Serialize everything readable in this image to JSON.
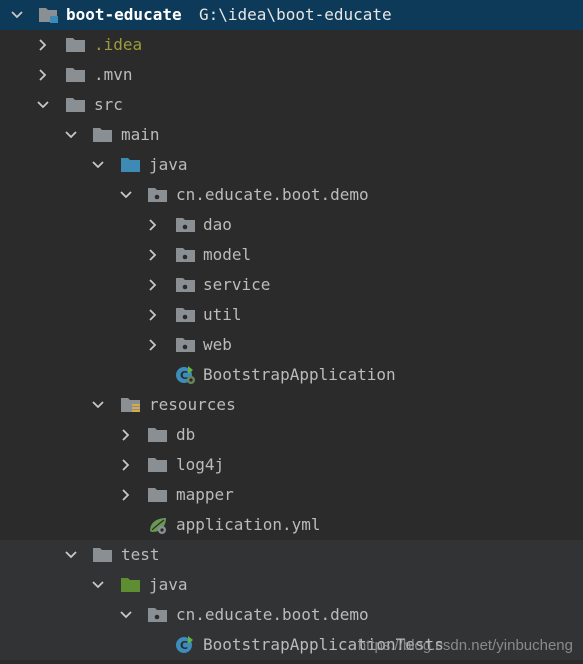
{
  "project": {
    "name": "boot-educate",
    "path": "G:\\idea\\boot-educate"
  },
  "tree": {
    "idea": ".idea",
    "mvn": ".mvn",
    "src": "src",
    "main": "main",
    "main_java": "java",
    "main_package": "cn.educate.boot.demo",
    "dao": "dao",
    "model": "model",
    "service": "service",
    "util": "util",
    "web": "web",
    "bootstrap_app": "BootstrapApplication",
    "resources": "resources",
    "db": "db",
    "log4j": "log4j",
    "mapper": "mapper",
    "application_yml": "application.yml",
    "test": "test",
    "test_java": "java",
    "test_package": "cn.educate.boot.demo",
    "bootstrap_tests": "BootstrapApplicationTests"
  },
  "watermark": "https://blog.csdn.net/yinbucheng",
  "icons": {
    "folder": "folder-icon",
    "source_root": "source-root-icon",
    "test_root": "test-root-icon",
    "package": "package-icon",
    "resources": "resources-folder-icon",
    "spring_boot_class": "spring-boot-class-icon",
    "spring_yml": "spring-yml-icon",
    "class": "class-icon"
  },
  "colors": {
    "background": "#2b2b2b",
    "selection": "#0d3a58",
    "folder": "#8a8f94",
    "source_root": "#3d8bb5",
    "test_root": "#5e8d32",
    "idea_text": "#9c9c3b"
  }
}
